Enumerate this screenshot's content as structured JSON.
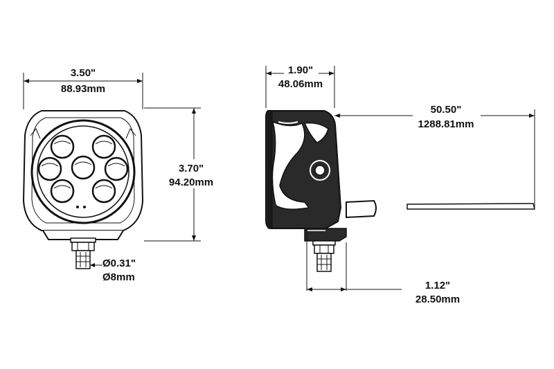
{
  "front_view": {
    "width_in": "3.50\"",
    "width_mm": "88.93mm",
    "height_in": "3.70\"",
    "height_mm": "94.20mm",
    "stud_dia_in": "Ø0.31\"",
    "stud_dia_mm": "Ø8mm"
  },
  "side_view": {
    "depth_in": "1.90\"",
    "depth_mm": "48.06mm",
    "cable_in": "50.50\"",
    "cable_mm": "1288.81mm",
    "stud_offset_in": "1.12\"",
    "stud_offset_mm": "28.50mm"
  },
  "colors": {
    "line": "#111111",
    "background": "#ffffff"
  }
}
